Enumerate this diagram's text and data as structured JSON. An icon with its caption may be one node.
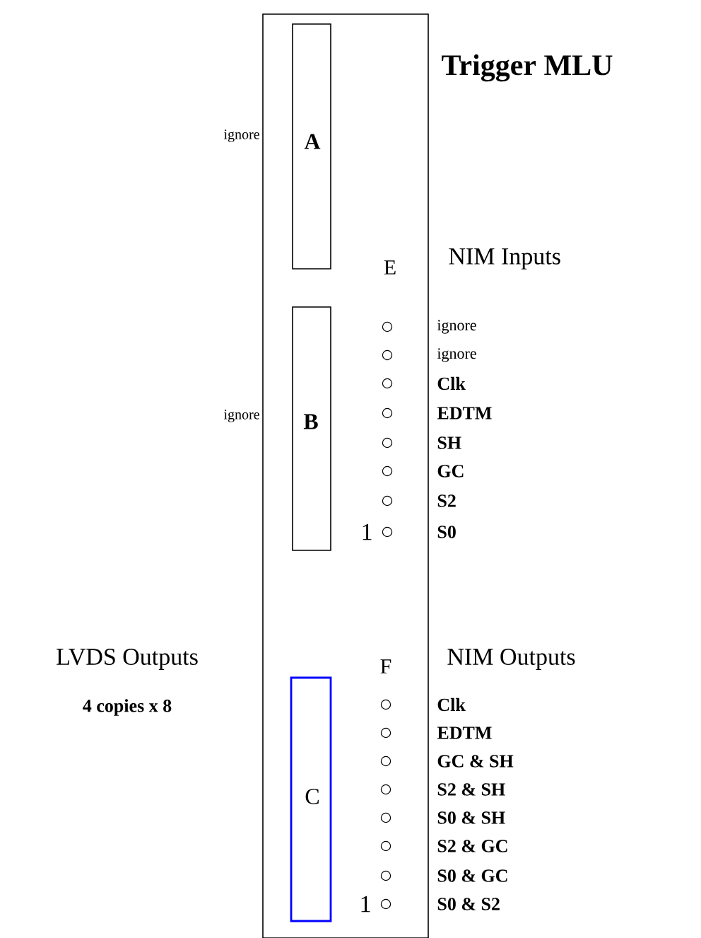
{
  "diagram": {
    "title": "Trigger MLU",
    "nodes": [
      {
        "text": [],
        "shape": "box"
      },
      {
        "text": [
          "A"
        ],
        "in": 0,
        "beside": [
          "ignore"
        ]
      },
      {
        "text": [
          "B"
        ],
        "in": 0,
        "beside": [
          "ignore"
        ]
      },
      {
        "text": [
          "C"
        ],
        "in": 0
      }
    ],
    "labels": [
      "NIM Inputs",
      "E",
      "ignore",
      "ignore",
      "Clk",
      "EDTM",
      "SH",
      "GC",
      "S2",
      "1",
      "S0",
      "LVDS Outputs",
      "F",
      "NIM Outputs",
      "4 copies x 8",
      "Clk",
      "EDTM",
      "GC & SH",
      "S2 & SH",
      "S0 & SH",
      "S2 & GC",
      "S0 & GC",
      "1",
      "S0 & S2"
    ]
  }
}
